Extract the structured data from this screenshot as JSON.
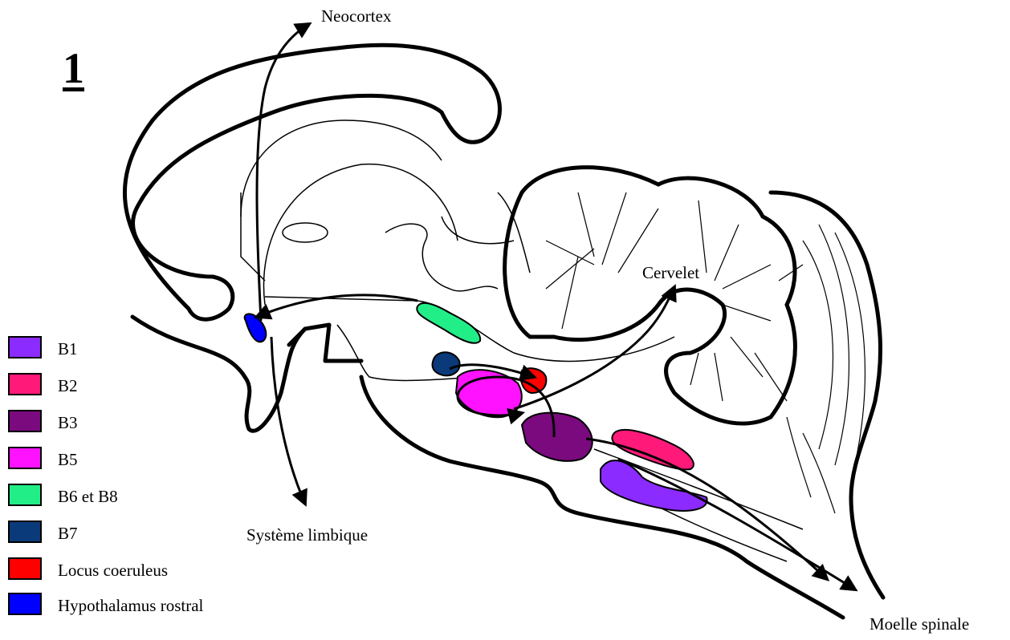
{
  "figure_number": "1",
  "labels": {
    "neocortex": "Neocortex",
    "cervelet": "Cervelet",
    "systeme_limbique": "Système limbique",
    "moelle_spinale": "Moelle spinale"
  },
  "legend": [
    {
      "label": "B1",
      "color": "#8B2BFF"
    },
    {
      "label": "B2",
      "color": "#FF1A7A"
    },
    {
      "label": "B3",
      "color": "#7A0A7E"
    },
    {
      "label": "B5",
      "color": "#FF12FF"
    },
    {
      "label": "B6 et B8",
      "color": "#22EE88"
    },
    {
      "label": "B7",
      "color": "#0A3A7A"
    },
    {
      "label": "Locus coeruleus",
      "color": "#FF0000"
    },
    {
      "label": "Hypothalamus rostral",
      "color": "#0000FF"
    }
  ]
}
